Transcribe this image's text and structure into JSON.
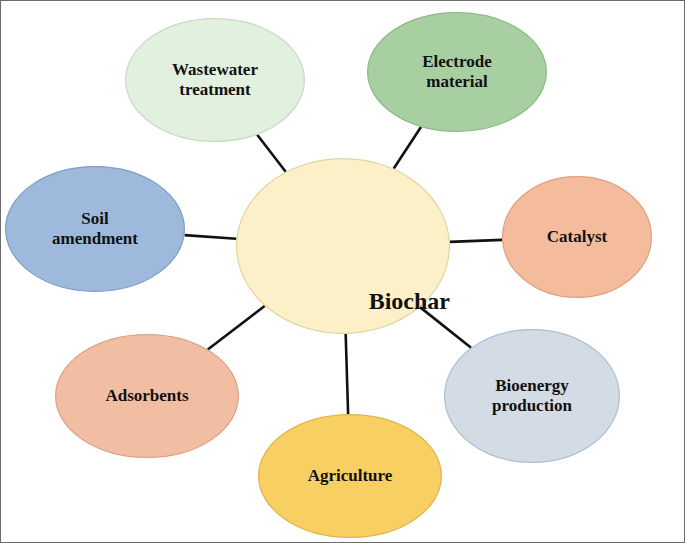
{
  "diagram": {
    "nodes": [
      {
        "text": [
          "Wastewater treatment"
        ]
      },
      {
        "text": [
          "Electrode material"
        ]
      },
      {
        "text": [
          "Soil amendment"
        ]
      },
      {
        "text": [
          "Biochar"
        ]
      },
      {
        "text": [
          "Catalyst"
        ]
      },
      {
        "text": [
          "Adsorbents"
        ]
      },
      {
        "text": [
          "Bioenergy production"
        ]
      },
      {
        "text": [
          "Agriculture"
        ]
      }
    ],
    "edges": [
      {
        "from": 3,
        "to": 0,
        "arrow": "none"
      },
      {
        "from": 3,
        "to": 1,
        "arrow": "none"
      },
      {
        "from": 3,
        "to": 2,
        "arrow": "none"
      },
      {
        "from": 3,
        "to": 4,
        "arrow": "none"
      },
      {
        "from": 3,
        "to": 5,
        "arrow": "none"
      },
      {
        "from": 3,
        "to": 6,
        "arrow": "none"
      },
      {
        "from": 3,
        "to": 7,
        "arrow": "none"
      }
    ]
  }
}
